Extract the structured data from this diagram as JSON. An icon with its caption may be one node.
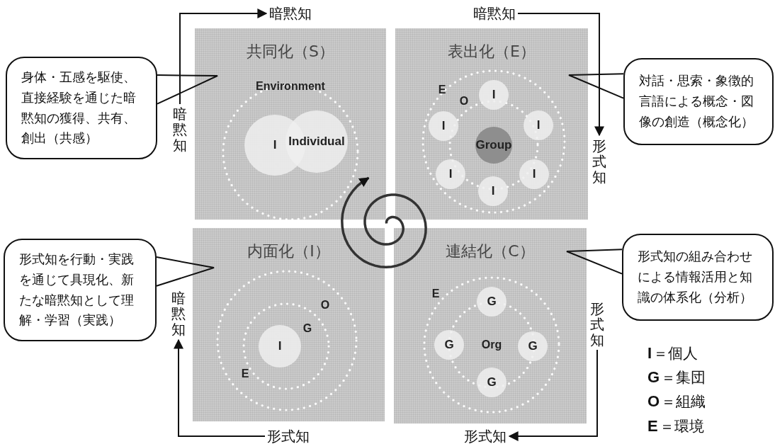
{
  "diagram": {
    "nodes": [
      {
        "text": [
          "共同化（S）"
        ]
      },
      {
        "text": [
          "表出化（E）"
        ]
      },
      {
        "text": [
          "内面化（I）"
        ]
      },
      {
        "text": [
          "連結化（C）"
        ]
      },
      {
        "text": [
          "身体・五感を駆使、直接経験を通じた暗黙知の獲得、共有、創出（共感）"
        ]
      },
      {
        "text": [
          "対話・思索・象徴的言語による概念・図像の創造（概念化）"
        ]
      },
      {
        "text": [
          "形式知を行動・実践を通じて具現化、新たな暗黙知として理解・学習（実践）"
        ]
      },
      {
        "text": [
          "形式知の組み合わせによる情報活用と知識の体系化（分析）"
        ]
      },
      {
        "text": [
          "暗黙知"
        ]
      },
      {
        "text": [
          "暗黙知"
        ]
      },
      {
        "text": [
          "暗黙知"
        ]
      },
      {
        "text": [
          "形式知"
        ]
      },
      {
        "text": [
          "形式知"
        ]
      },
      {
        "text": [
          "形式知"
        ]
      },
      {
        "text": [
          "形式知"
        ]
      },
      {
        "text": [
          "暗黙知"
        ]
      },
      {
        "text": [
          "I"
        ],
        "in": 0
      },
      {
        "text": [
          "Individual"
        ],
        "in": 0
      },
      {
        "text": [
          "I"
        ],
        "in": 1
      },
      {
        "text": [
          "I"
        ],
        "in": 1
      },
      {
        "text": [
          "I"
        ],
        "in": 1
      },
      {
        "text": [
          "I"
        ],
        "in": 1
      },
      {
        "text": [
          "I"
        ],
        "in": 1
      },
      {
        "text": [
          "I"
        ],
        "in": 1
      },
      {
        "text": [
          "Group"
        ],
        "in": 1
      },
      {
        "text": [
          "I"
        ],
        "in": 2
      },
      {
        "text": [
          "G"
        ],
        "in": 3
      },
      {
        "text": [
          "G"
        ],
        "in": 3
      },
      {
        "text": [
          "G"
        ],
        "in": 3
      },
      {
        "text": [
          "G"
        ],
        "in": 3
      }
    ],
    "edges": [
      {
        "from": 8,
        "to": 9,
        "arrow": "to"
      },
      {
        "from": 10,
        "to": 11,
        "arrow": "to"
      },
      {
        "from": 12,
        "to": 13,
        "arrow": "to"
      },
      {
        "from": 14,
        "to": 15,
        "arrow": "to"
      },
      {
        "from": 4,
        "to": null,
        "arrow": "none"
      },
      {
        "from": 5,
        "to": null,
        "arrow": "none"
      },
      {
        "from": 6,
        "to": null,
        "arrow": "none"
      },
      {
        "from": 7,
        "to": null,
        "arrow": "none"
      }
    ],
    "labels": [
      "Environment",
      "E",
      "O",
      "O",
      "G",
      "E",
      "E",
      "Org",
      "**I**＝個人",
      "**G**＝集団",
      "**O**＝組織",
      "**E**＝環境"
    ]
  }
}
